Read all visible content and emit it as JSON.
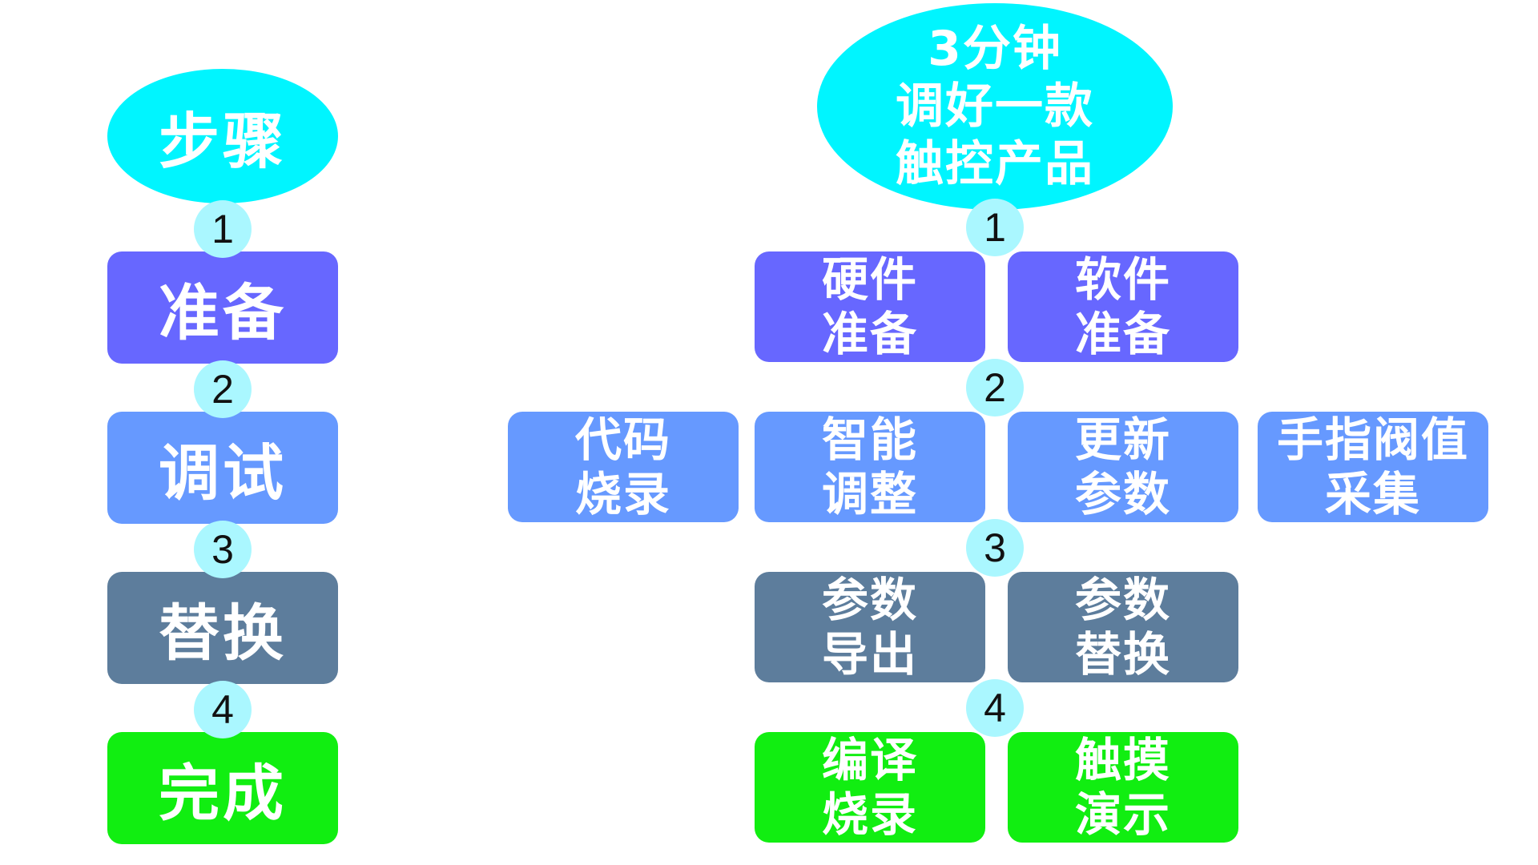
{
  "colors": {
    "ellipse": "#00f5ff",
    "circle": "#aaf7ff",
    "prepare": "#6767ff",
    "debug": "#6699ff",
    "replace": "#5d7d9c",
    "done": "#11ee11"
  },
  "left": {
    "title": "步骤",
    "steps": [
      "1",
      "2",
      "3",
      "4"
    ],
    "boxes": [
      "准备",
      "调试",
      "替换",
      "完成"
    ]
  },
  "right": {
    "title_lines": [
      "3分钟",
      "调好一款",
      "触控产品"
    ],
    "steps": [
      "1",
      "2",
      "3",
      "4"
    ],
    "row1": [
      {
        "line1": "硬件",
        "line2": "准备"
      },
      {
        "line1": "软件",
        "line2": "准备"
      }
    ],
    "row2": [
      {
        "line1": "代码",
        "line2": "烧录"
      },
      {
        "line1": "智能",
        "line2": "调整"
      },
      {
        "line1": "更新",
        "line2": "参数"
      },
      {
        "line1": "手指阀值",
        "line2": "采集"
      }
    ],
    "row3": [
      {
        "line1": "参数",
        "line2": "导出"
      },
      {
        "line1": "参数",
        "line2": "替换"
      }
    ],
    "row4": [
      {
        "line1": "编译",
        "line2": "烧录"
      },
      {
        "line1": "触摸",
        "line2": "演示"
      }
    ]
  }
}
